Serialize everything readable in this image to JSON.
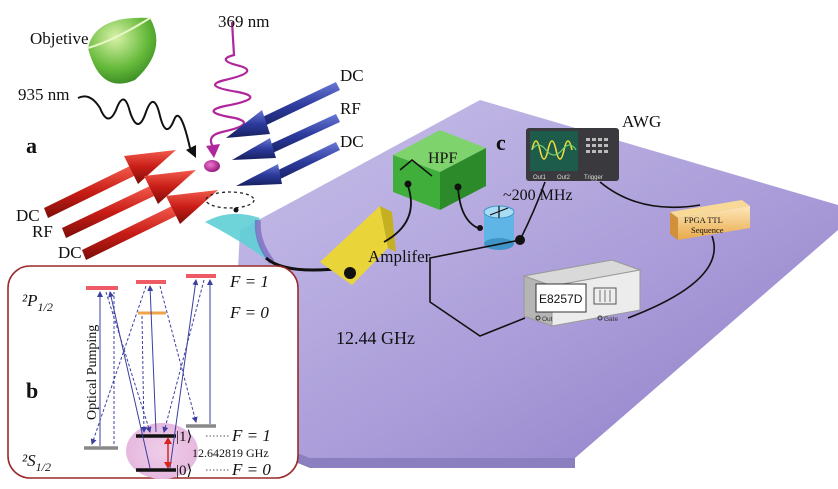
{
  "labels": {
    "objective": "Objetive",
    "laser_369": "369 nm",
    "laser_935": "935 nm",
    "rods_right": [
      "DC",
      "RF",
      "DC"
    ],
    "rods_left": [
      "DC",
      "RF",
      "DC"
    ],
    "panel_a": "a",
    "panel_b": "b",
    "panel_c": "c",
    "hpf": "HPF",
    "awg": "AWG",
    "mhz": "~200 MHz",
    "amplifier": "Amplifer",
    "ghz": "12.44 GHz",
    "fpga_line1": "FPGA TTL",
    "fpga_line2": "Sequence",
    "e8257d": "E8257D",
    "e8257d_out": "Out",
    "e8257d_gate": "Gate",
    "awg_out1": "Out1",
    "awg_out2": "Out2",
    "awg_trigger": "Trigger"
  },
  "energy_diagram": {
    "p_state": "²P",
    "p_sub": "1/2",
    "s_state": "²S",
    "s_sub": "1/2",
    "f1_upper": "F = 1",
    "f0_upper": "F = 0",
    "f1_lower": "F = 1",
    "f0_lower": "F = 0",
    "ket1": "|1⟩",
    "ket0": "|0⟩",
    "splitting": "12.642819 GHz",
    "optical_pumping": "Optical Pumping"
  },
  "colors": {
    "platform": "#a79ad6",
    "rod_red": "#d0231c",
    "rod_blue": "#2c3a9c",
    "hpf_green": "#3fae3a",
    "amp_yellow": "#e9d43a",
    "wave_magenta": "#b0279c",
    "splitting_red": "#d9261c"
  }
}
